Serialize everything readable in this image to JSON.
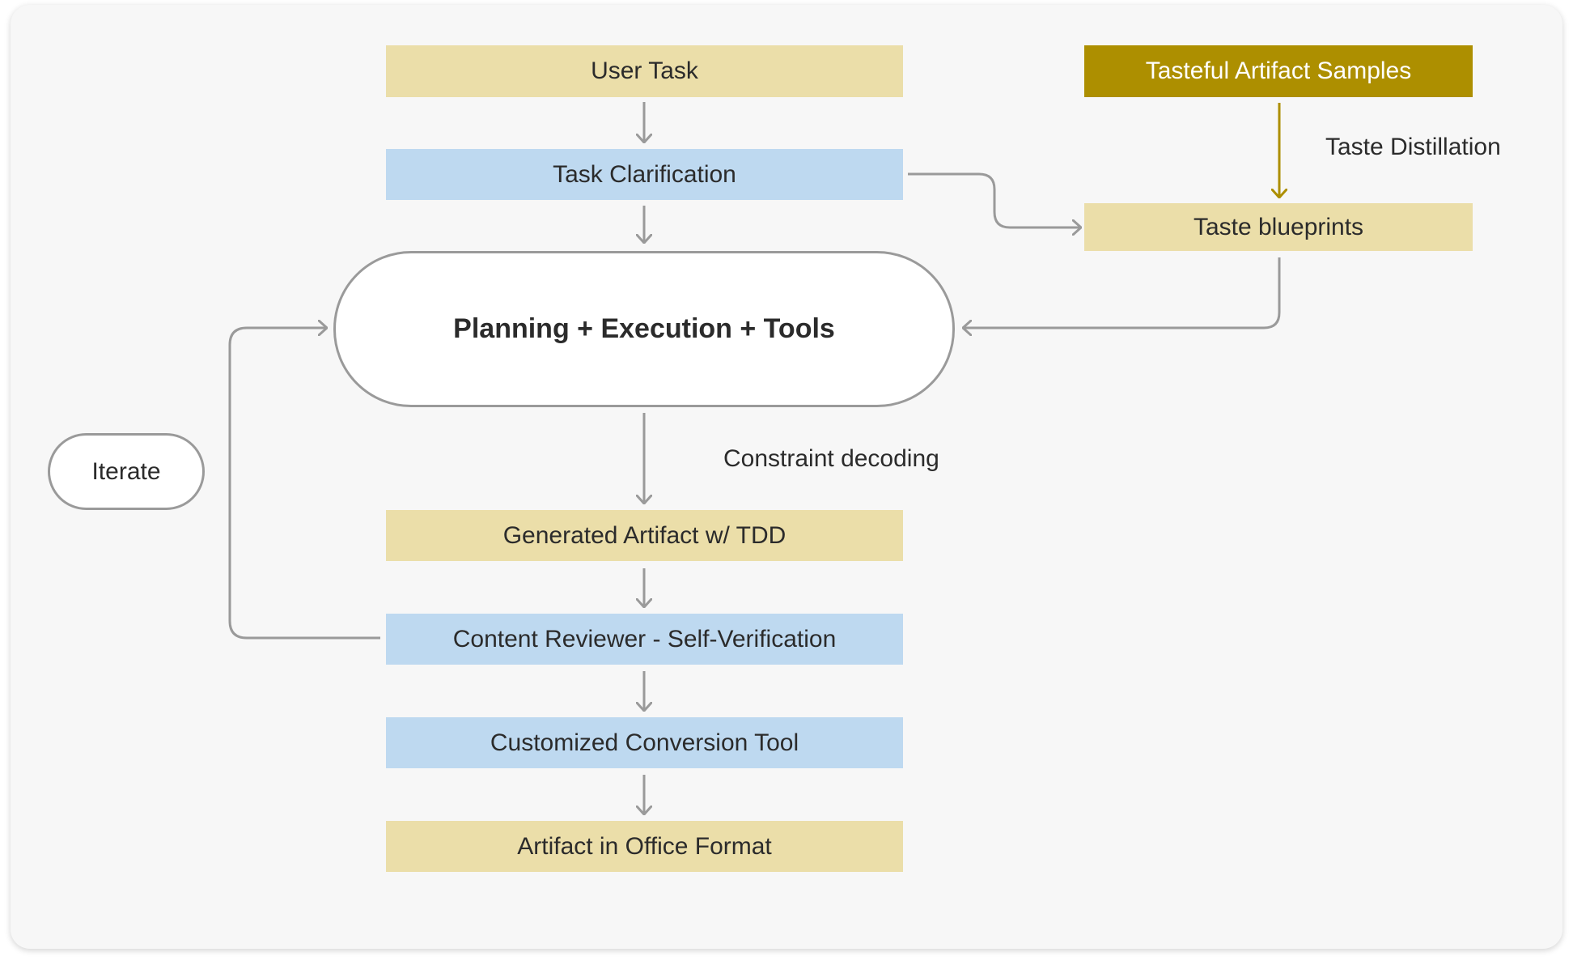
{
  "nodes": {
    "user_task": "User Task",
    "task_clarification": "Task Clarification",
    "planning": "Planning + Execution + Tools",
    "generated_artifact": "Generated Artifact w/ TDD",
    "content_reviewer": "Content Reviewer - Self-Verification",
    "conversion_tool": "Customized Conversion Tool",
    "office_artifact": "Artifact in Office Format",
    "samples": "Tasteful Artifact Samples",
    "blueprints": "Taste blueprints",
    "iterate": "Iterate"
  },
  "edge_labels": {
    "taste_distillation": "Taste Distillation",
    "constraint_decoding": "Constraint decoding"
  },
  "colors": {
    "yellow_box": "#ebdea9",
    "blue_box": "#bed9f0",
    "gold_box": "#ad8f00",
    "arrow_gray": "#9a9a9a",
    "arrow_gold": "#ad8f00"
  }
}
